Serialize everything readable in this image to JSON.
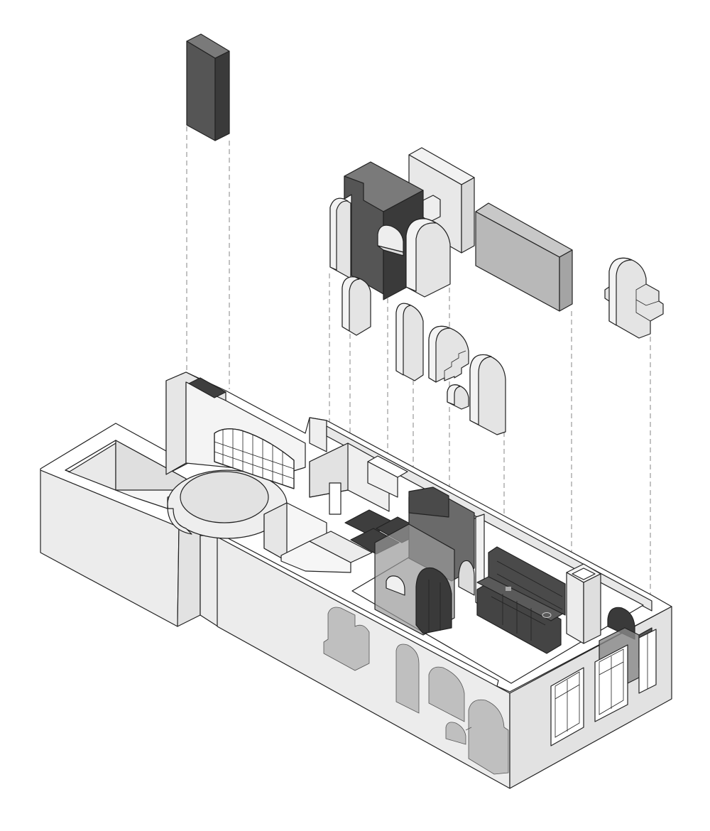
{
  "diagram": {
    "kind": "exploded-axonometric",
    "palette": {
      "dark": "#4a4a4a",
      "dark_side": "#3a3a3a",
      "dark_top": "#777777",
      "mid": "#b8b8b8",
      "mid_side": "#a4a4a4",
      "light": "#e9e9e9",
      "light_side": "#dcdcdc",
      "white": "#ffffff",
      "line": "#222222",
      "guide": "#9a9a9a"
    },
    "exploded_elements": [
      "tall-dark-cabinet",
      "dark-central-volume",
      "light-arched-panels",
      "grey-kitchen-block",
      "stepped-arch-shelf"
    ]
  }
}
